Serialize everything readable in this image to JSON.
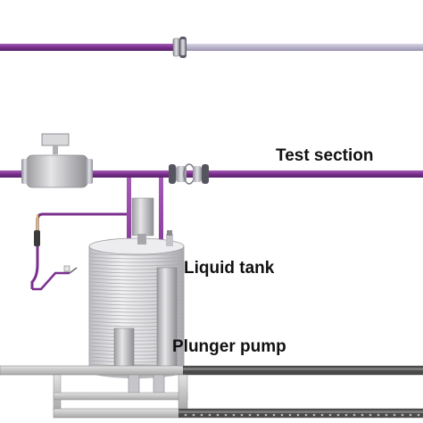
{
  "labels": {
    "test_section": "Test section",
    "liquid_tank": "Liquid tank",
    "plunger_pump": "Plunger pump"
  },
  "colors": {
    "pipe_purple": "#7b2f8e",
    "pipe_light": "#b9b3c9",
    "tank_gray": "#d7d7d9",
    "frame_gray": "#c9c9c9",
    "frame_dark": "#4a4a4a",
    "cable_yellow": "#d9c23a"
  }
}
